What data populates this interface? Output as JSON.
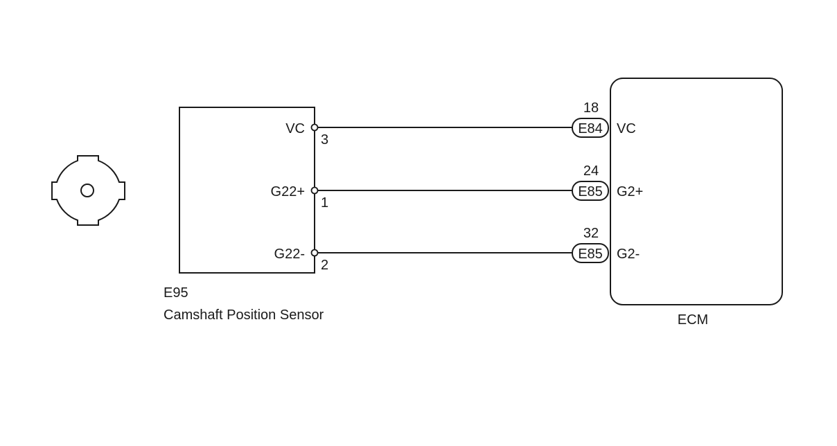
{
  "sensor": {
    "code": "E95",
    "name": "Camshaft Position Sensor",
    "terminals": [
      {
        "label": "VC",
        "pin": "3"
      },
      {
        "label": "G22+",
        "pin": "1"
      },
      {
        "label": "G22-",
        "pin": "2"
      }
    ]
  },
  "ecm": {
    "name": "ECM",
    "terminals": [
      {
        "label": "VC",
        "connector": "E84",
        "pin": "18"
      },
      {
        "label": "G2+",
        "connector": "E85",
        "pin": "24"
      },
      {
        "label": "G2-",
        "connector": "E85",
        "pin": "32"
      }
    ]
  }
}
